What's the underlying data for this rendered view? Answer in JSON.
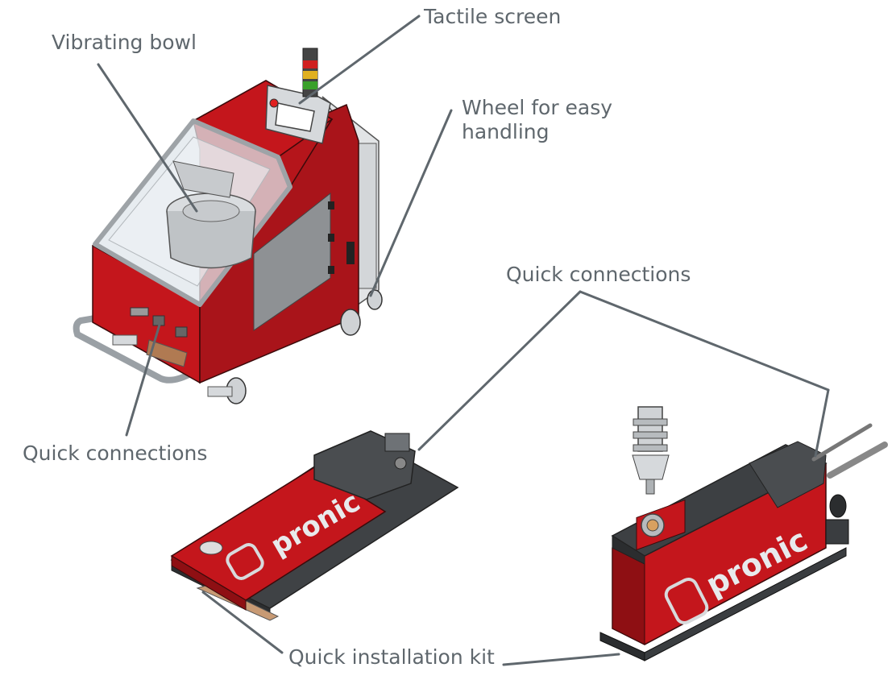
{
  "labels": {
    "vibrating_bowl": "Vibrating bowl",
    "tactile_screen": "Tactile screen",
    "wheel": "Wheel for easy handling",
    "quick_connections_left": "Quick connections",
    "quick_connections_right": "Quick connections",
    "quick_installation_kit": "Quick installation kit"
  },
  "brand": {
    "logo_left": "pronic",
    "logo_right": "pronic"
  },
  "colors": {
    "red": "#c4161c",
    "dark_red": "#8e0f13",
    "grey": "#5f676d",
    "dark_grey": "#4a4d50",
    "frame": "#c9cdd1"
  }
}
